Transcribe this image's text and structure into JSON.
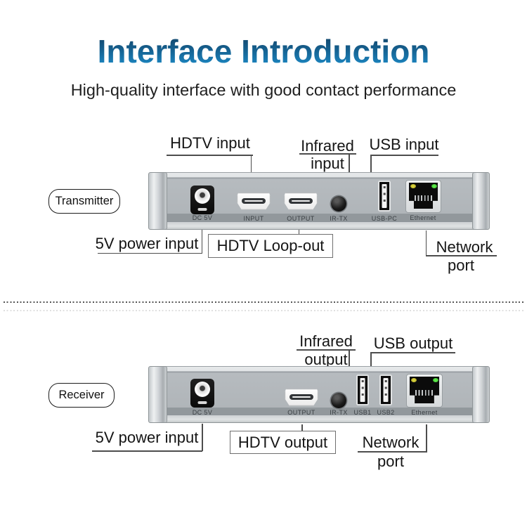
{
  "header": {
    "title": "Interface Introduction",
    "subtitle": "High-quality interface with good contact performance"
  },
  "transmitter": {
    "device_label": "Transmitter",
    "callouts": {
      "hdtv_input": "HDTV input",
      "infrared_line1": "Infrared",
      "infrared_line2": "input",
      "usb": "USB input",
      "power": "5V power input",
      "hdtv_loop_out": "HDTV Loop-out",
      "network_line1": "Network",
      "network_line2": "port"
    },
    "port_labels": {
      "dc": "DC 5V",
      "hdmi_input": "INPUT",
      "hdmi_output": "OUTPUT",
      "ir": "IR-TX",
      "usb_pc": "USB-PC",
      "ethernet": "Ethernet"
    }
  },
  "receiver": {
    "device_label": "Receiver",
    "callouts": {
      "infrared_line1": "Infrared",
      "infrared_line2": "output",
      "usb": "USB output",
      "power": "5V power input",
      "hdtv_output": "HDTV output",
      "network_line1": "Network",
      "network_line2": "port"
    },
    "port_labels": {
      "dc": "DC 5V",
      "hdmi_output": "OUTPUT",
      "ir": "IR-TX",
      "usb1": "USB1",
      "usb2": "USB2",
      "ethernet": "Ethernet"
    }
  },
  "colors": {
    "title_gradient_top": "#143e60",
    "title_gradient_bottom": "#1e93d2",
    "panel_silver": "#b2b7bb",
    "callout_line": "#4d4d4d",
    "led_yellow": "#c3bb2e",
    "led_green": "#46cd33"
  }
}
